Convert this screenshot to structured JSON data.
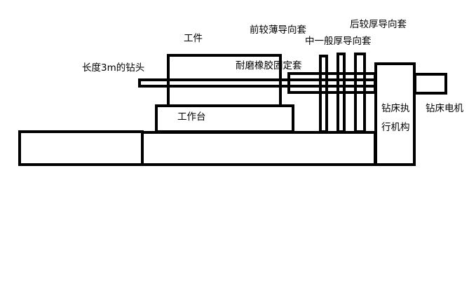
{
  "labels": {
    "workpiece": "工件",
    "drill_bit": "长度3m的钻头",
    "front_thin_guide": "前较薄导向套",
    "rear_thick_guide": "后较厚导向套",
    "middle_guide": "中一般厚导向套",
    "rubber_sleeve": "耐磨橡胶固定套",
    "worktable": "工作台",
    "drill_actuator_line1": "钻床执",
    "drill_actuator_line2": "行机构",
    "drill_motor": "钻床电机"
  },
  "colors": {
    "stroke": "#000000",
    "background": "#ffffff"
  }
}
